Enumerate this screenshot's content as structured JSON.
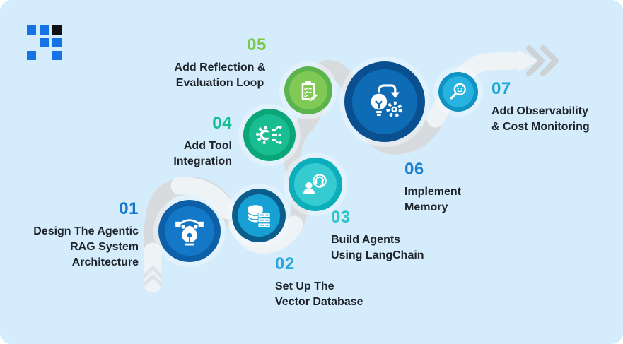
{
  "canvas": {
    "background_color": "#d4ecfb",
    "description": "Winding roadmap path from bottom-left to top-right with 7 numbered step nodes"
  },
  "logo": {
    "name": "grid-of-squares brand logo",
    "square_blue": "#1673e6",
    "square_black": "#101114"
  },
  "road": {
    "gray_color": "#d7dbde",
    "light_color": "#eef3f6",
    "tail_chevron_color": "#dbe5e9",
    "end_chevron_color": "#cdd2d5"
  },
  "flow": {
    "steps": [
      {
        "number": "01",
        "title_lines": [
          "Design The Agentic",
          "RAG System",
          "Architecture"
        ],
        "icon": "pen-tool-icon",
        "number_color": "#1577cf",
        "node_ring": "#0d5fa8",
        "node_fill": "#1478c9"
      },
      {
        "number": "02",
        "title_lines": [
          "Set Up The",
          "Vector Database"
        ],
        "icon": "database-icon",
        "number_color": "#29a6dc",
        "node_ring": "#0b5d8b",
        "node_fill": "#16a0d4"
      },
      {
        "number": "03",
        "title_lines": [
          "Build Agents",
          "Using LangChain"
        ],
        "icon": "support-agent-icon",
        "number_color": "#2fc5cb",
        "node_ring": "#0caebc",
        "node_fill": "#35cbd1"
      },
      {
        "number": "04",
        "title_lines": [
          "Add Tool",
          "Integration"
        ],
        "icon": "gear-circuit-icon",
        "number_color": "#16bd94",
        "node_ring": "#0aa678",
        "node_fill": "#19bd92"
      },
      {
        "number": "05",
        "title_lines": [
          "Add Reflection &",
          "Evaluation Loop"
        ],
        "icon": "checklist-clipboard-icon",
        "number_color": "#7ec850",
        "node_ring": "#5bb44b",
        "node_fill": "#80c954"
      },
      {
        "number": "06",
        "title_lines": [
          "Implement",
          "Memory"
        ],
        "icon": "idea-to-gear-icon",
        "number_color": "#1b82d2",
        "node_ring": "#0a4f90",
        "node_fill": "#0e6cb4"
      },
      {
        "number": "07",
        "title_lines": [
          "Add Observability",
          "& Cost Monitoring"
        ],
        "icon": "magnifier-user-icon",
        "number_color": "#1aa7d8",
        "node_ring": "#0e93c2",
        "node_fill": "#27b2df"
      }
    ]
  }
}
